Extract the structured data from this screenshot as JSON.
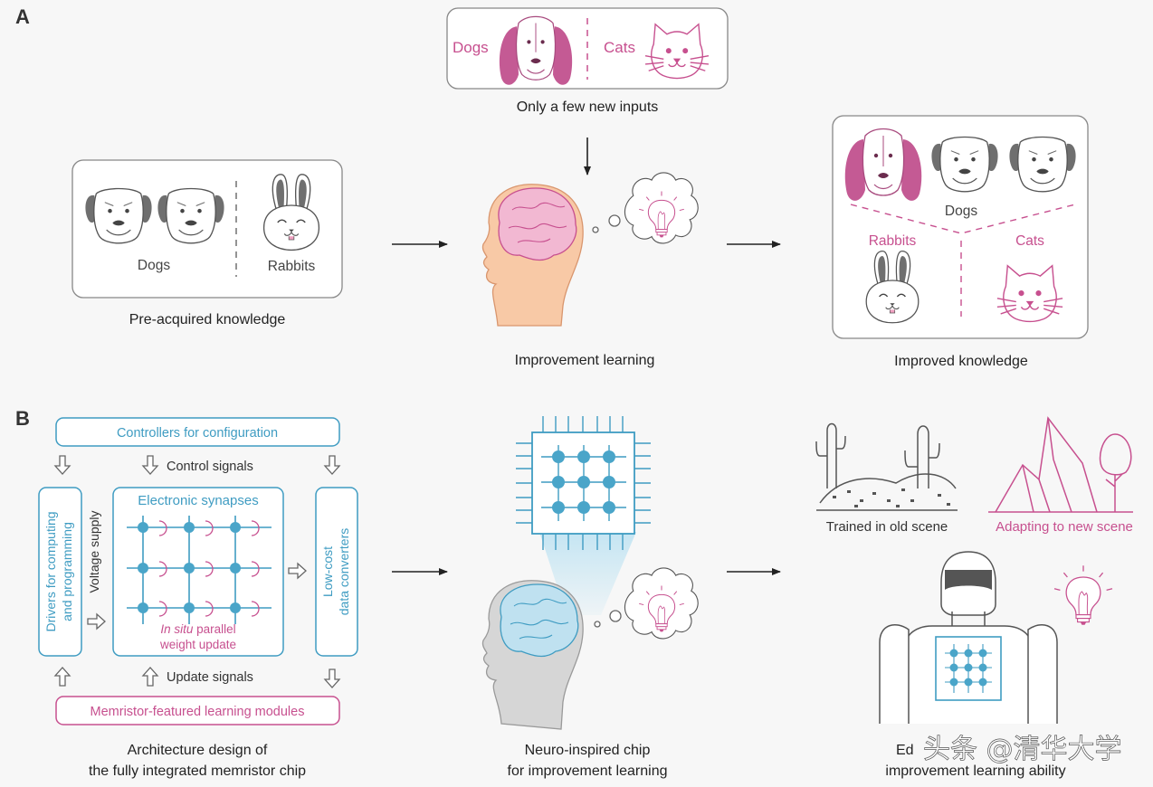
{
  "panel_a": {
    "label": "A",
    "new_inputs": {
      "dogs": "Dogs",
      "cats": "Cats",
      "caption": "Only a few new inputs"
    },
    "pre_acquired": {
      "dogs": "Dogs",
      "rabbits": "Rabbits",
      "caption": "Pre-acquired knowledge"
    },
    "learning": {
      "caption": "Improvement learning"
    },
    "improved": {
      "dogs": "Dogs",
      "rabbits": "Rabbits",
      "cats": "Cats",
      "caption": "Improved knowledge"
    }
  },
  "panel_b": {
    "label": "B",
    "controllers": "Controllers for configuration",
    "control_signals": "Control signals",
    "drivers_line1": "Drivers for computing",
    "drivers_line2": "and programming",
    "voltage_supply": "Voltage supply",
    "synapses": "Electronic synapses",
    "insitu_italic": "In situ",
    "insitu_rest": " parallel",
    "weight_update": "weight update",
    "converters_line1": "Low-cost",
    "converters_line2": "data converters",
    "update_signals": "Update signals",
    "memristor_modules": "Memristor-featured learning modules",
    "arch_line1": "Architecture design of",
    "arch_line2": "the fully integrated memristor chip",
    "chip_line1": "Neuro-inspired chip",
    "chip_line2": "for improvement learning",
    "old_scene": "Trained in old scene",
    "new_scene": "Adapting to new scene",
    "edge_line1_visible": "Ed",
    "edge_line2": "improvement learning ability"
  },
  "watermark": "头条 @清华大学",
  "colors": {
    "accent_pink": "#c7508f",
    "accent_blue": "#3f9cc2",
    "skin": "#f8c9a6",
    "brain_pink": "#f2b8d2",
    "brain_blue": "#bfe1f0"
  }
}
